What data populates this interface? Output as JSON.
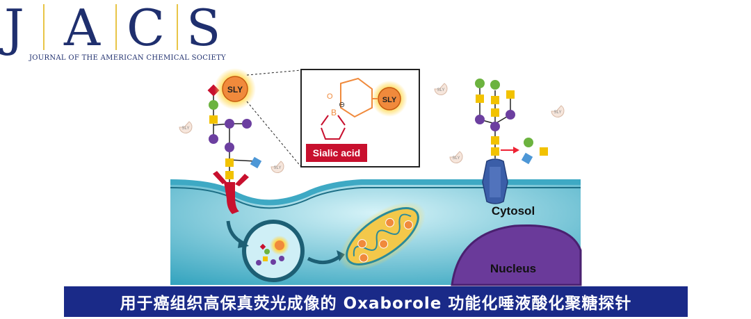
{
  "logo": {
    "letters": [
      "J",
      "A",
      "C",
      "S"
    ],
    "subtitle": "JOURNAL OF THE AMERICAN CHEMICAL SOCIETY"
  },
  "diagram": {
    "probe_label": "SLY",
    "inset_label": "Sialic acid",
    "boron_label": "B",
    "charge_label": "⊖",
    "oxygen_label": "O",
    "cytosol_label": "Cytosol",
    "nucleus_label": "Nucleus"
  },
  "colors": {
    "membrane": "#3ea9c4",
    "cytoplasm": "#1f9bb8",
    "nucleus": "#6a3a9a",
    "probe": "#f08a3c",
    "glow": "#ffd84d",
    "sialic_box": "#c8102e",
    "galactose": "#f2c200",
    "mannose": "#6c3fa0",
    "fucose": "#4d97d6",
    "glcnac": "#6cb33f",
    "caption_bg": "#1a2a88"
  },
  "caption": "用于癌组织高保真荧光成像的 Oxaborole 功能化唾液酸化聚糖探针"
}
